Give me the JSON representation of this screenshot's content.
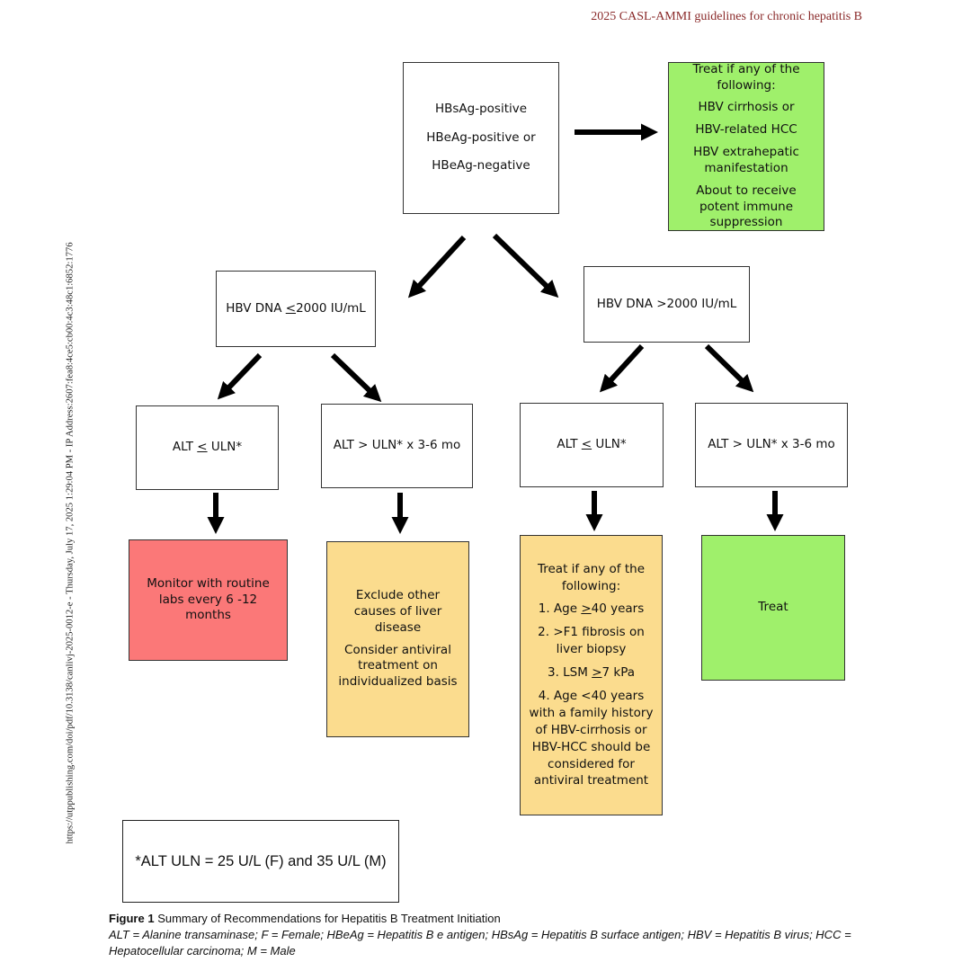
{
  "header": "2025 CASL-AMMI guidelines  for chronic hepatitis B",
  "sidebar_text": "https://utppublishing.com/doi/pdf/10.3138/canlivj-2025-0012-e - Thursday, July 17, 2025 1:29:04 PM - IP Address:2607:fea8:4ce5:cb00:4c3:48c1:6852:1776",
  "root": {
    "line1": "HBsAg-positive",
    "line2": "HBeAg-positive or",
    "line3": "HBeAg-negative"
  },
  "treat_any": {
    "title": "Treat if any of the following:",
    "item1": "HBV cirrhosis or",
    "item2": "HBV-related HCC",
    "item3": "HBV extrahepatic manifestation",
    "item4": "About to receive potent immune suppression"
  },
  "dna_low": {
    "prefix": "HBV DNA ",
    "symbol": "<",
    "suffix": "2000 IU/mL"
  },
  "dna_high": {
    "label": "HBV DNA >2000 IU/mL"
  },
  "alt_normal_left": {
    "prefix": "ALT ",
    "symbol": "<",
    "suffix": " ULN*"
  },
  "alt_high_left": {
    "label": "ALT > ULN* x 3-6 mo"
  },
  "alt_normal_right": {
    "prefix": "ALT ",
    "symbol": "<",
    "suffix": " ULN*"
  },
  "alt_high_right": {
    "label": "ALT > ULN* x 3-6 mo"
  },
  "monitor": {
    "text": "Monitor with routine labs every 6 -12 months"
  },
  "exclude": {
    "line1": "Exclude other causes of liver disease",
    "line2": "Consider antiviral treatment on individualized basis"
  },
  "treat_criteria": {
    "title": "Treat if any of the following:",
    "item1_prefix": "1. Age ",
    "item1_symbol": ">",
    "item1_suffix": "40 years",
    "item2": "2. >F1 fibrosis on liver biopsy",
    "item3_prefix": "3. LSM ",
    "item3_symbol": ">",
    "item3_suffix": "7 kPa",
    "item4": "4. Age <40 years with a family history of HBV-cirrhosis or HBV-HCC should be considered for antiviral treatment"
  },
  "treat": {
    "label": "Treat"
  },
  "footnote": "*ALT ULN = 25 U/L (F) and 35 U/L (M)",
  "caption": {
    "label": "Figure 1",
    "title": " Summary of Recommendations for Hepatitis B Treatment Initiation",
    "abbreviations": "ALT = Alanine transaminase; F = Female; HBeAg = Hepatitis B e antigen; HBsAg = Hepatitis B surface antigen; HBV = Hepatitis B virus; HCC = Hepatocellular carcinoma; M = Male"
  },
  "colors": {
    "treat_green": "#9ff06b",
    "monitor_red": "#fb7878",
    "consider_orange": "#fbdc8e",
    "header_red": "#8a2a2a"
  }
}
